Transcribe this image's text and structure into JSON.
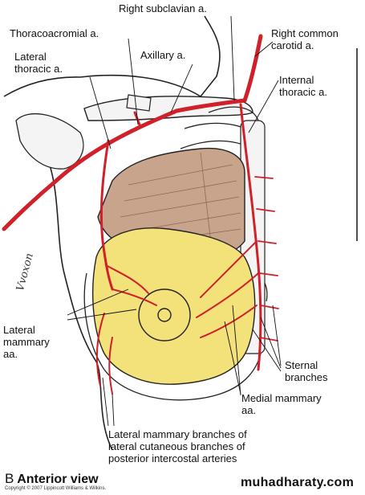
{
  "labels": {
    "right_subclavian": "Right subclavian a.",
    "thoracoacromial": "Thoracoacromial a.",
    "axillary": "Axillary a.",
    "lateral_thoracic": "Lateral\nthoracic a.",
    "right_common_carotid": "Right common\ncarotid a.",
    "internal_thoracic": "Internal\nthoracic a.",
    "lateral_mammary": "Lateral\nmammary\naa.",
    "sternal_branches": "Sternal\nbranches",
    "medial_mammary": "Medial mammary\naa.",
    "lateral_mammary_branches": "Lateral mammary branches of\nlateral cutaneous branches of\nposterior intercostal arteries"
  },
  "panel": {
    "letter": "B",
    "view": "Anterior view"
  },
  "copyright": "Copyright © 2007 Lippincott Williams & Wilkins.",
  "watermark": "muhadharaty.com",
  "signature": "Vvoxon",
  "colors": {
    "artery": "#d0202a",
    "muscle": "#c8a48c",
    "breast_fat": "#f3e27a",
    "skin": "#f7f4f0",
    "bone": "#f4f4f4"
  }
}
